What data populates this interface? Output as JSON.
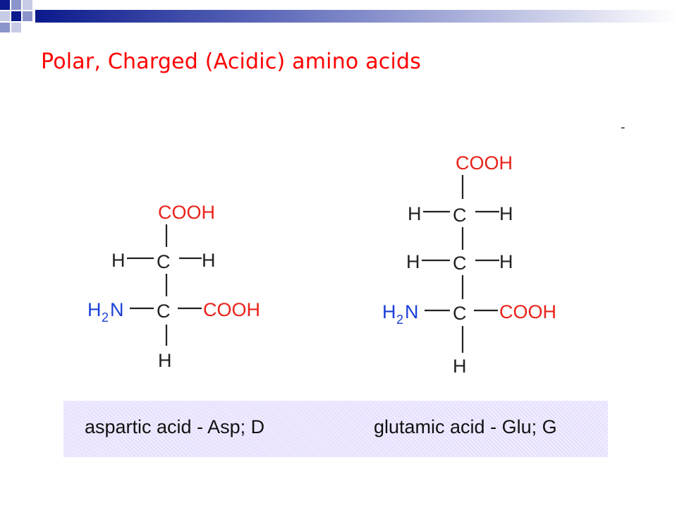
{
  "slide": {
    "title": "Polar, Charged (Acidic) amino acids",
    "stray_mark": "-"
  },
  "colors": {
    "title": "#ff0000",
    "carboxyl": "#e8231a",
    "amine": "#1a3fd8",
    "bar_dark": "#0b1a8c",
    "bar_light": "#c7cbe6"
  },
  "molecules": [
    {
      "name": "aspartic acid - Asp; D",
      "atoms": {
        "top_cooh": "COOH",
        "h_left": "H",
        "c_beta": "C",
        "h_right": "H",
        "amine": "H",
        "amine_sub": "2",
        "amine_n": "N",
        "c_alpha": "C",
        "side_cooh": "COOH",
        "h_bottom": "H"
      }
    },
    {
      "name": "glutamic acid - Glu; G",
      "atoms": {
        "top_cooh": "COOH",
        "h_left_1": "H",
        "c_gamma": "C",
        "h_right_1": "H",
        "h_left_2": "H",
        "c_beta": "C",
        "h_right_2": "H",
        "amine": "H",
        "amine_sub": "2",
        "amine_n": "N",
        "c_alpha": "C",
        "side_cooh": "COOH",
        "h_bottom": "H"
      }
    }
  ]
}
